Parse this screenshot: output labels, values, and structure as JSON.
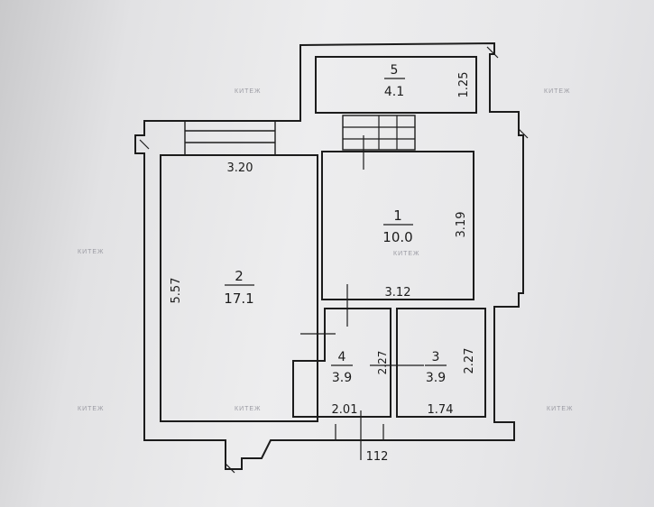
{
  "rooms": [
    {
      "number": "1",
      "area": "10.0"
    },
    {
      "number": "2",
      "area": "17.1"
    },
    {
      "number": "3",
      "area": "3.9"
    },
    {
      "number": "4",
      "area": "3.9"
    },
    {
      "number": "5",
      "area": "4.1"
    }
  ],
  "dimensions": {
    "balcony_depth": "1.25",
    "room2_width": "3.20",
    "room2_length": "5.57",
    "room1_length": "3.19",
    "room1_width": "3.12",
    "room4_depth": "2.27",
    "room3_depth": "2.27",
    "room4_width": "2.01",
    "room3_width": "1.74",
    "entrance_width": "112"
  },
  "watermark": "КИТЕЖ",
  "colors": {
    "ink": "#1c1c1c",
    "paper": "#ececee"
  }
}
